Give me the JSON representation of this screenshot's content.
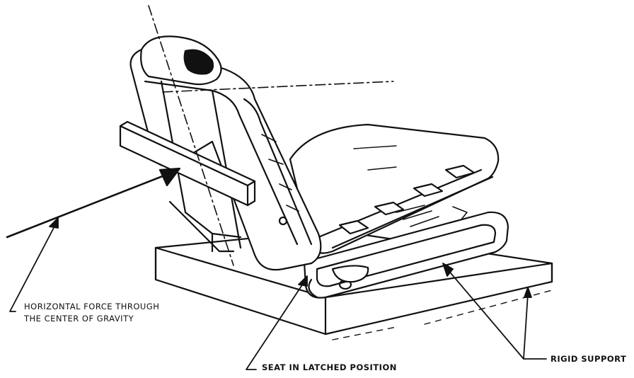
{
  "labels": {
    "horizontal_force_line1": "HORIZONTAL FORCE THROUGH",
    "horizontal_force_line2": "THE CENTER OF GRAVITY",
    "seat_latched": "SEAT IN LATCHED POSITION",
    "rigid_support": "RIGID SUPPORT"
  },
  "colors": {
    "ink": "#111111",
    "paper": "#ffffff"
  }
}
